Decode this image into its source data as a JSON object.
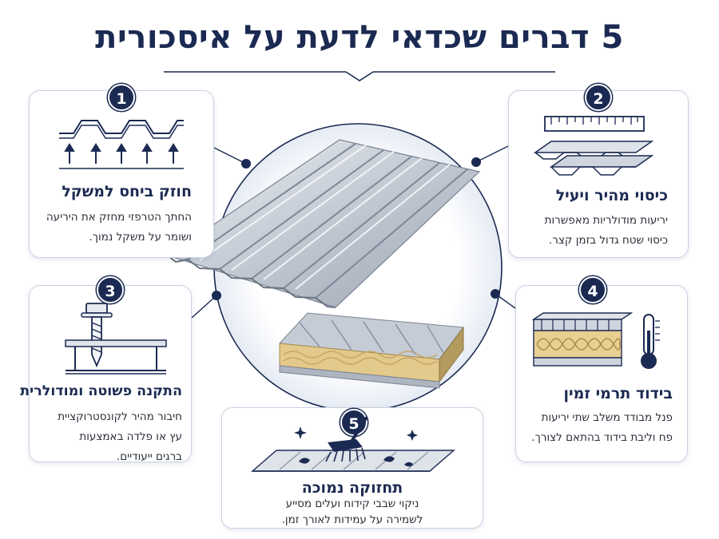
{
  "title": "5 דברים שכדאי לדעת על איסכורית",
  "colors": {
    "navy": "#1b2a52",
    "border": "#c9d2e3",
    "steel_light": "#d9dee6",
    "steel_dark": "#8d96a5",
    "insulation": "#e8cf92"
  },
  "cards": [
    {
      "number": "1",
      "title": "חוזק ביחס למשקל",
      "lines": [
        "החתך הטרפזי מחזק את היריעה",
        "ושומר על משקל נמוך."
      ],
      "icon": "trapezoid-profile-load-icon"
    },
    {
      "number": "2",
      "title": "כיסוי מהיר ויעיל",
      "lines": [
        "יריעות מודולריות מאפשרות",
        "כיסוי שטח גדול בזמן קצר."
      ],
      "icon": "ruler-overlapping-sheets-icon"
    },
    {
      "number": "3",
      "title": "התקנה פשוטה ומודולרית",
      "lines": [
        "חיבור מהיר לקונסטרוקציית",
        "עץ או פלדה באמצעות",
        "ברגים ייעודיים."
      ],
      "icon": "self-drilling-screw-icon"
    },
    {
      "number": "4",
      "title": "בידוד תרמי זמין",
      "lines": [
        "פנל מבודד משלב שתי יריעות",
        "פח וליבת בידוד בהתאם לצורך."
      ],
      "icon": "insulated-panel-thermometer-icon"
    },
    {
      "number": "5",
      "title": "תחזוקה נמוכה",
      "lines": [
        "ניקוי שבבי קידוח ועלים מסייע",
        "לשמירה על עמידות לאורך זמן."
      ],
      "icon": "broom-cleaning-sheet-icon"
    }
  ]
}
